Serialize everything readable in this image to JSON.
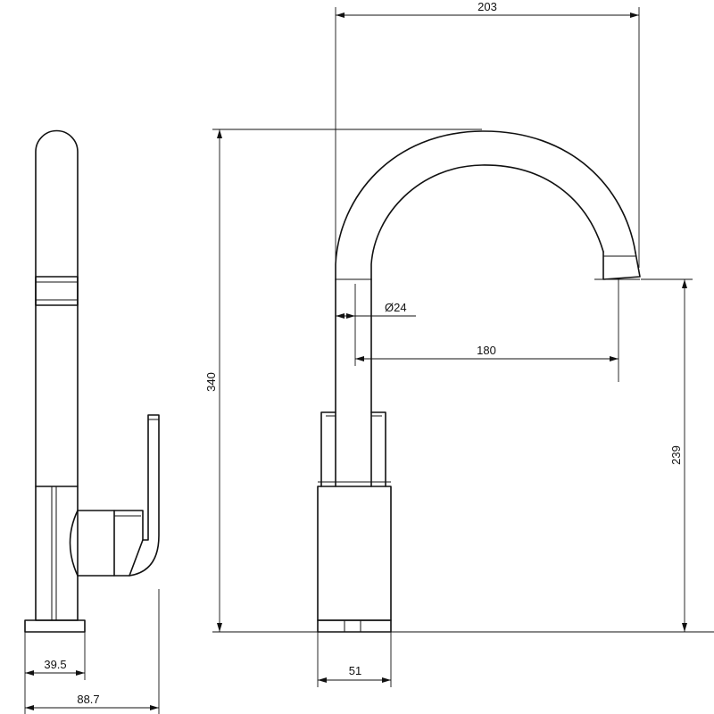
{
  "dimensions": {
    "overall_reach": "203",
    "total_height": "340",
    "spout_diameter": "Ø24",
    "spout_projection": "180",
    "spout_outlet_height": "239",
    "base_width": "51",
    "side_base_depth": "39.5",
    "side_overall_depth": "88.7"
  }
}
